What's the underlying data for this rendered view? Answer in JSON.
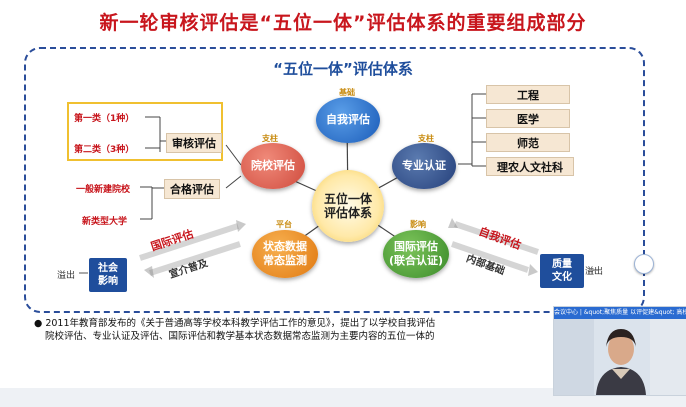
{
  "slide": {
    "title": "新一轮审核评估是“五位一体”评估体系的重要组成部分",
    "subtitle": "“五位一体”评估体系",
    "center": "五位一体\n评估体系",
    "nodes": {
      "self_eval": {
        "label": "自我评估",
        "tag": "基础"
      },
      "school_eval": {
        "label": "院校评估",
        "tag": "支柱"
      },
      "pro_cert": {
        "label": "专业认证",
        "tag": "支柱"
      },
      "monitor": {
        "label": "状态数据\n常态监测",
        "tag": "平台"
      },
      "intl_eval": {
        "label": "国际评估\n(联合认证)",
        "tag": "影响"
      }
    },
    "left_categories": [
      "第一类（1种）",
      "第二类（3种）"
    ],
    "left_categories_2": [
      "一般新建院校",
      "新类型大学"
    ],
    "audit_box": "审核评估",
    "qualified_box": "合格评估",
    "right_boxes": [
      "工程",
      "医学",
      "师范",
      "理农人文社科"
    ],
    "arrows": {
      "intl": "国际评估",
      "promote": "宣介普及",
      "self": "自我评估",
      "internal": "内部基础"
    },
    "overflow_left": "溢出",
    "overflow_right": "溢出",
    "social_impact": "社会\n影响",
    "quality_culture": "质量\n文化",
    "bullet": "2011年教育部发布的《关于普通高等学校本科教学评估工作的意见》，提出了以学校自我评估",
    "bullet_line2": "院校评估、专业认证及评估、国际评估和教学基本状态数据常态监测为主要内容的五位一体的"
  },
  "video": {
    "header": "会议中心  |  &quot;聚焦质量 以评促建&quot; 高校本科教学评估工作交流  主讲：***"
  },
  "colors": {
    "title_red": "#c8161d",
    "navy": "#1f4e9c",
    "gold": "#c88b10"
  }
}
